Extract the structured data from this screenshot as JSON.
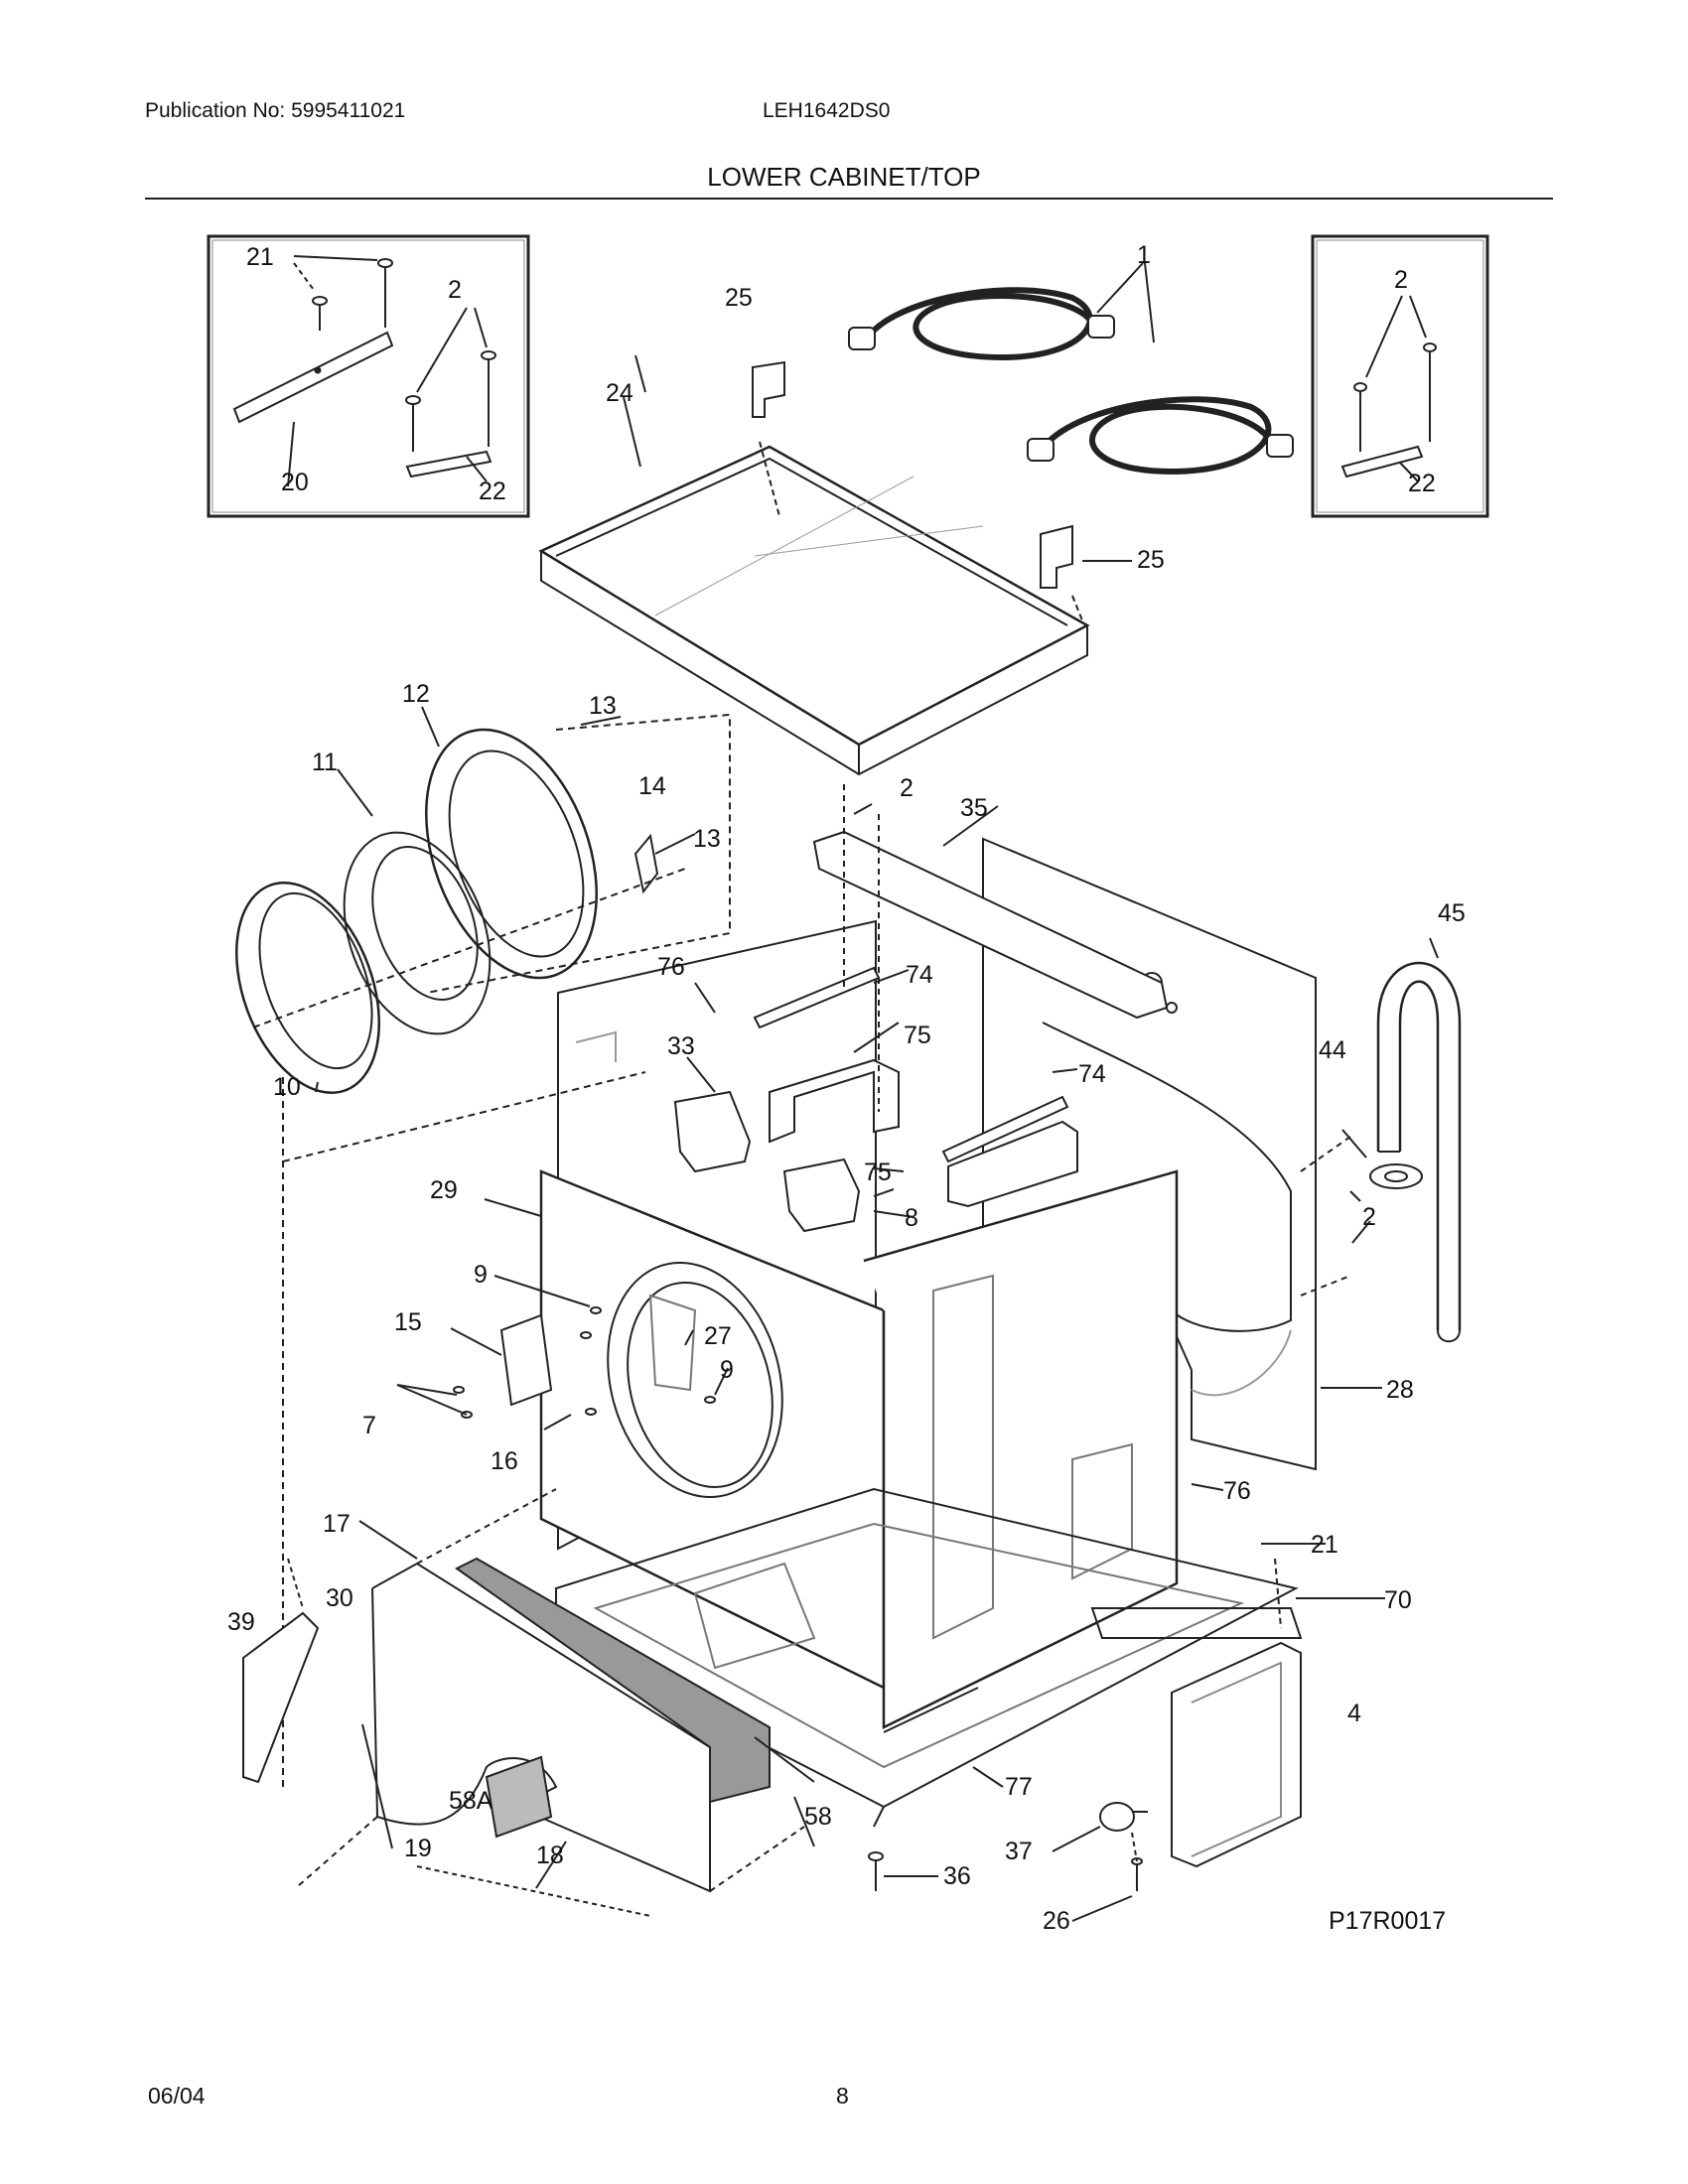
{
  "header": {
    "publication": "Publication No: 5995411021",
    "model": "LEH1642DS0",
    "title": "LOWER CABINET/TOP"
  },
  "diagram": {
    "figure_code": "P17R0017",
    "callouts": [
      {
        "id": "c-21a",
        "label": "21"
      },
      {
        "id": "c-2a",
        "label": "2"
      },
      {
        "id": "c-20",
        "label": "20"
      },
      {
        "id": "c-22a",
        "label": "22"
      },
      {
        "id": "c-25a",
        "label": "25"
      },
      {
        "id": "c-24",
        "label": "24"
      },
      {
        "id": "c-1",
        "label": "1"
      },
      {
        "id": "c-2b",
        "label": "2"
      },
      {
        "id": "c-22b",
        "label": "22"
      },
      {
        "id": "c-25b",
        "label": "25"
      },
      {
        "id": "c-12",
        "label": "12"
      },
      {
        "id": "c-13a",
        "label": "13"
      },
      {
        "id": "c-11",
        "label": "11"
      },
      {
        "id": "c-14",
        "label": "14"
      },
      {
        "id": "c-13b",
        "label": "13"
      },
      {
        "id": "c-10",
        "label": "10"
      },
      {
        "id": "c-2c",
        "label": "2"
      },
      {
        "id": "c-35",
        "label": "35"
      },
      {
        "id": "c-45",
        "label": "45"
      },
      {
        "id": "c-76a",
        "label": "76"
      },
      {
        "id": "c-74a",
        "label": "74"
      },
      {
        "id": "c-33",
        "label": "33"
      },
      {
        "id": "c-75a",
        "label": "75"
      },
      {
        "id": "c-74b",
        "label": "74"
      },
      {
        "id": "c-44",
        "label": "44"
      },
      {
        "id": "c-75b",
        "label": "75"
      },
      {
        "id": "c-8",
        "label": "8"
      },
      {
        "id": "c-29",
        "label": "29"
      },
      {
        "id": "c-2d",
        "label": "2"
      },
      {
        "id": "c-9a",
        "label": "9"
      },
      {
        "id": "c-27",
        "label": "27"
      },
      {
        "id": "c-15",
        "label": "15"
      },
      {
        "id": "c-9b",
        "label": "9"
      },
      {
        "id": "c-28",
        "label": "28"
      },
      {
        "id": "c-7",
        "label": "7"
      },
      {
        "id": "c-16",
        "label": "16"
      },
      {
        "id": "c-76b",
        "label": "76"
      },
      {
        "id": "c-17",
        "label": "17"
      },
      {
        "id": "c-21b",
        "label": "21"
      },
      {
        "id": "c-39",
        "label": "39"
      },
      {
        "id": "c-30",
        "label": "30"
      },
      {
        "id": "c-70",
        "label": "70"
      },
      {
        "id": "c-4",
        "label": "4"
      },
      {
        "id": "c-77",
        "label": "77"
      },
      {
        "id": "c-58a",
        "label": "58A"
      },
      {
        "id": "c-58",
        "label": "58"
      },
      {
        "id": "c-37",
        "label": "37"
      },
      {
        "id": "c-19",
        "label": "19"
      },
      {
        "id": "c-18",
        "label": "18"
      },
      {
        "id": "c-36",
        "label": "36"
      },
      {
        "id": "c-26",
        "label": "26"
      }
    ]
  },
  "footer": {
    "date": "06/04",
    "page": "8"
  }
}
